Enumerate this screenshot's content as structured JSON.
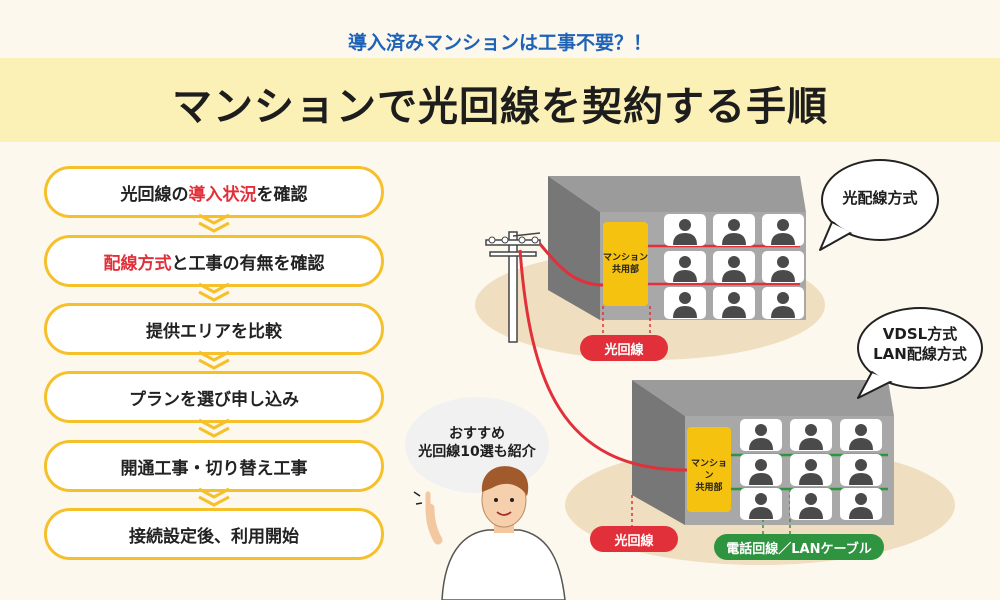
{
  "header": {
    "subtitle": "導入済みマンションは工事不要？！",
    "title": "マンションで光回線を契約する手順"
  },
  "steps": [
    {
      "pre": "光回線の",
      "highlight": "導入状況",
      "post": "を確認"
    },
    {
      "pre": "",
      "highlight": "配線方式",
      "post": "と工事の有無を確認"
    },
    {
      "pre": "提供エリアを比較",
      "highlight": "",
      "post": ""
    },
    {
      "pre": "プランを選び申し込み",
      "highlight": "",
      "post": ""
    },
    {
      "pre": "開通工事・切り替え工事",
      "highlight": "",
      "post": ""
    },
    {
      "pre": "接続設定後、利用開始",
      "highlight": "",
      "post": ""
    }
  ],
  "recommend_bubble": {
    "line1": "おすすめ",
    "line2": "光回線10選も紹介"
  },
  "diagram": {
    "optical_bubble": "光配線方式",
    "vdsl_bubble_line1": "VDSL方式",
    "vdsl_bubble_line2": "LAN配線方式",
    "panel_line1": "マンション",
    "panel_line2": "共用部",
    "tag_optical_top": "光回線",
    "tag_optical_bottom": "光回線",
    "tag_phone_lan": "電話回線／LANケーブル"
  },
  "colors": {
    "accent_yellow": "#f6c02b",
    "highlight_red": "#e2303a",
    "subtitle_blue": "#1e63b8",
    "lan_green": "#2e9440",
    "band": "#fbf1b6"
  }
}
